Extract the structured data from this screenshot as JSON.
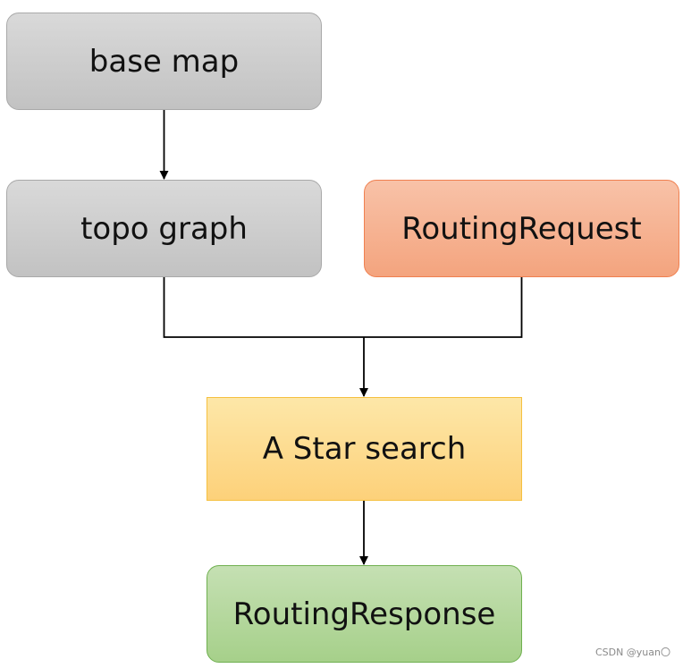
{
  "diagram": {
    "nodes": [
      {
        "id": "base-map",
        "label": "base map"
      },
      {
        "id": "topo-graph",
        "label": "topo graph"
      },
      {
        "id": "routing-request",
        "label": "RoutingRequest"
      },
      {
        "id": "a-star-search",
        "label": "A Star search"
      },
      {
        "id": "routing-response",
        "label": "RoutingResponse"
      }
    ],
    "edges": [
      {
        "from": "base-map",
        "to": "topo-graph"
      },
      {
        "from": "topo-graph",
        "to": "a-star-search"
      },
      {
        "from": "routing-request",
        "to": "a-star-search"
      },
      {
        "from": "a-star-search",
        "to": "routing-response"
      }
    ],
    "colors": {
      "gray_node": "#cfcfcf",
      "orange_node": "#f6b293",
      "yellow_node": "#fedc92",
      "green_node": "#b6d89e",
      "line": "#000000"
    }
  },
  "watermark": "CSDN @yuan〇"
}
